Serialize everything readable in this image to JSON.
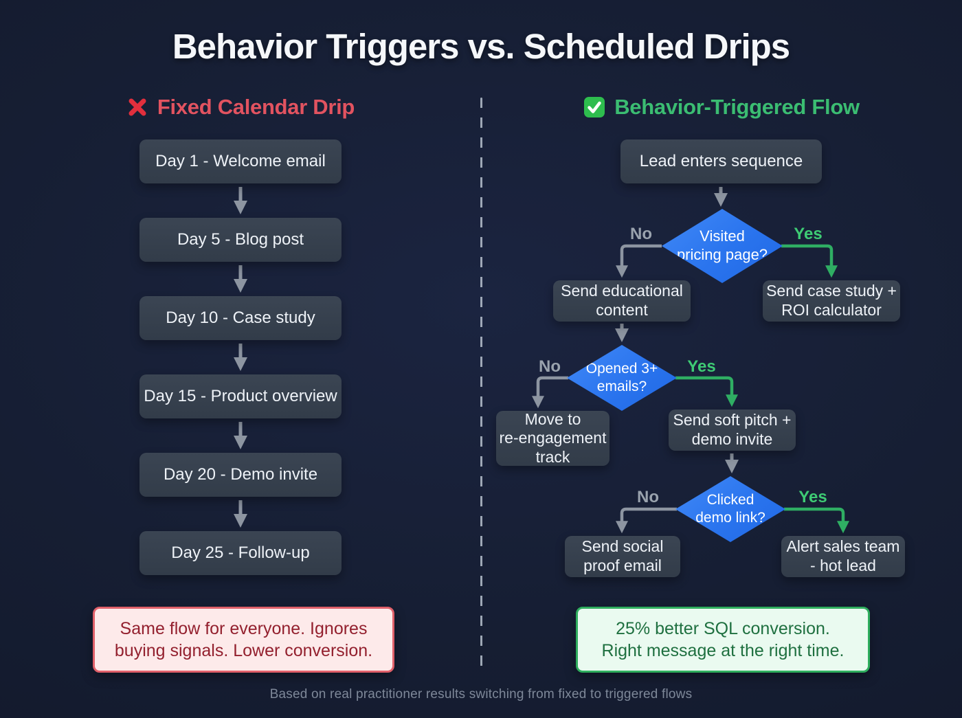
{
  "title": "Behavior Triggers vs. Scheduled Drips",
  "footer": "Based on real practitioner results switching from fixed to triggered flows",
  "left_column": {
    "icon": "x-mark-icon",
    "heading": "Fixed Calendar Drip",
    "steps": [
      "Day 1 - Welcome email",
      "Day 5 - Blog post",
      "Day 10 - Case study",
      "Day 15 - Product overview",
      "Day 20 - Demo invite",
      "Day 25 - Follow-up"
    ],
    "summary": "Same flow for everyone. Ignores\nbuying signals. Lower conversion."
  },
  "right_column": {
    "icon": "check-mark-icon",
    "heading": "Behavior-Triggered Flow",
    "start_node": "Lead enters sequence",
    "decisions": [
      {
        "question": "Visited\npricing page?",
        "no_label": "No",
        "yes_label": "Yes",
        "no_result": "Send educational\ncontent",
        "yes_result": "Send case study +\nROI calculator"
      },
      {
        "question": "Opened 3+\nemails?",
        "no_label": "No",
        "yes_label": "Yes",
        "no_result": "Move to\nre-engagement\ntrack",
        "yes_result": "Send soft pitch +\ndemo invite"
      },
      {
        "question": "Clicked\ndemo link?",
        "no_label": "No",
        "yes_label": "Yes",
        "no_result": "Send social\nproof email",
        "yes_result": "Alert sales team\n- hot lead"
      }
    ],
    "summary": "25% better SQL conversion.\nRight message at the right time."
  },
  "colors": {
    "background": "#161e33",
    "node_fill": "#37414e",
    "diamond_blue": "#2e7cf2",
    "negative_red": "#e25360",
    "positive_green": "#3bbd72",
    "connector_gray": "#8d95a1",
    "connector_green": "#2fae63",
    "note_red_bg": "#fdeaea",
    "note_red_border": "#e0606a",
    "note_red_text": "#93202e",
    "note_green_bg": "#eafaf0",
    "note_green_border": "#2fae5e",
    "note_green_text": "#1f7040"
  }
}
